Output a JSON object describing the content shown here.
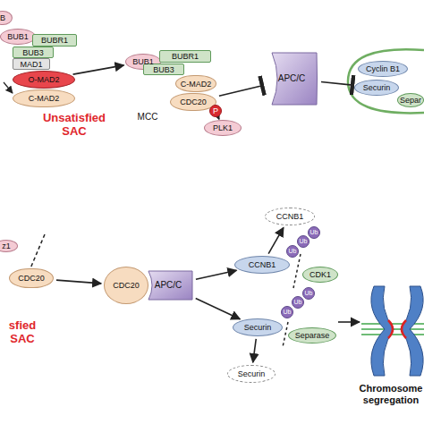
{
  "diagram": {
    "nodes": [
      {
        "text": [
          "B"
        ]
      },
      {
        "text": [
          "BUB1"
        ]
      },
      {
        "text": [
          "BUBR1"
        ]
      },
      {
        "text": [
          "BUB3"
        ]
      },
      {
        "text": [
          "MAD1"
        ]
      },
      {
        "text": [
          "O-MAD2"
        ]
      },
      {
        "text": [
          "C-MAD2"
        ]
      },
      {
        "text": [
          "BUB1"
        ]
      },
      {
        "text": [
          "BUBR1"
        ]
      },
      {
        "text": [
          "BUB3"
        ]
      },
      {
        "text": [
          "C-MAD2"
        ]
      },
      {
        "text": [
          "CDC20"
        ]
      },
      {
        "text": [
          "P"
        ]
      },
      {
        "text": [
          "PLK1"
        ]
      },
      {
        "text": [
          "APC/C"
        ]
      },
      {
        "text": [
          "Cyclin B1"
        ]
      },
      {
        "text": [
          "Securin"
        ]
      },
      {
        "text": [
          "Separ"
        ]
      },
      {
        "text": [
          "z1"
        ]
      },
      {
        "text": [
          "CDC20"
        ]
      },
      {
        "text": [
          "CDC20"
        ]
      },
      {
        "text": [
          "APC/C"
        ]
      },
      {
        "text": [
          "CCNB1"
        ]
      },
      {
        "text": [
          "CCNB1"
        ]
      },
      {
        "text": [
          "Ub"
        ]
      },
      {
        "text": [
          "Ub"
        ]
      },
      {
        "text": [
          "Ub"
        ]
      },
      {
        "text": [
          "CDK1"
        ]
      },
      {
        "text": [
          "Securin"
        ]
      },
      {
        "text": [
          "Ub"
        ]
      },
      {
        "text": [
          "Ub"
        ]
      },
      {
        "text": [
          "Ub"
        ]
      },
      {
        "text": [
          "Separase"
        ]
      },
      {
        "text": [
          "Securin"
        ]
      }
    ],
    "edges": [
      {
        "from": 5,
        "to": 7,
        "arrow": "to"
      },
      {
        "from": 13,
        "to": 12,
        "arrow": "to"
      },
      {
        "from": 11,
        "to": 14,
        "arrow": "to"
      },
      {
        "from": 14,
        "to": 16,
        "arrow": "to"
      },
      {
        "from": 19,
        "to": 20,
        "arrow": "to"
      },
      {
        "from": 21,
        "to": 23,
        "arrow": "to"
      },
      {
        "from": 21,
        "to": 28,
        "arrow": "to"
      },
      {
        "from": 23,
        "to": 22,
        "arrow": "to"
      },
      {
        "from": 28,
        "to": 33,
        "arrow": "to"
      }
    ],
    "labels": [
      "Unsatisfied SAC",
      "MCC",
      "sfied SAC",
      "Chromosome segregation"
    ]
  }
}
